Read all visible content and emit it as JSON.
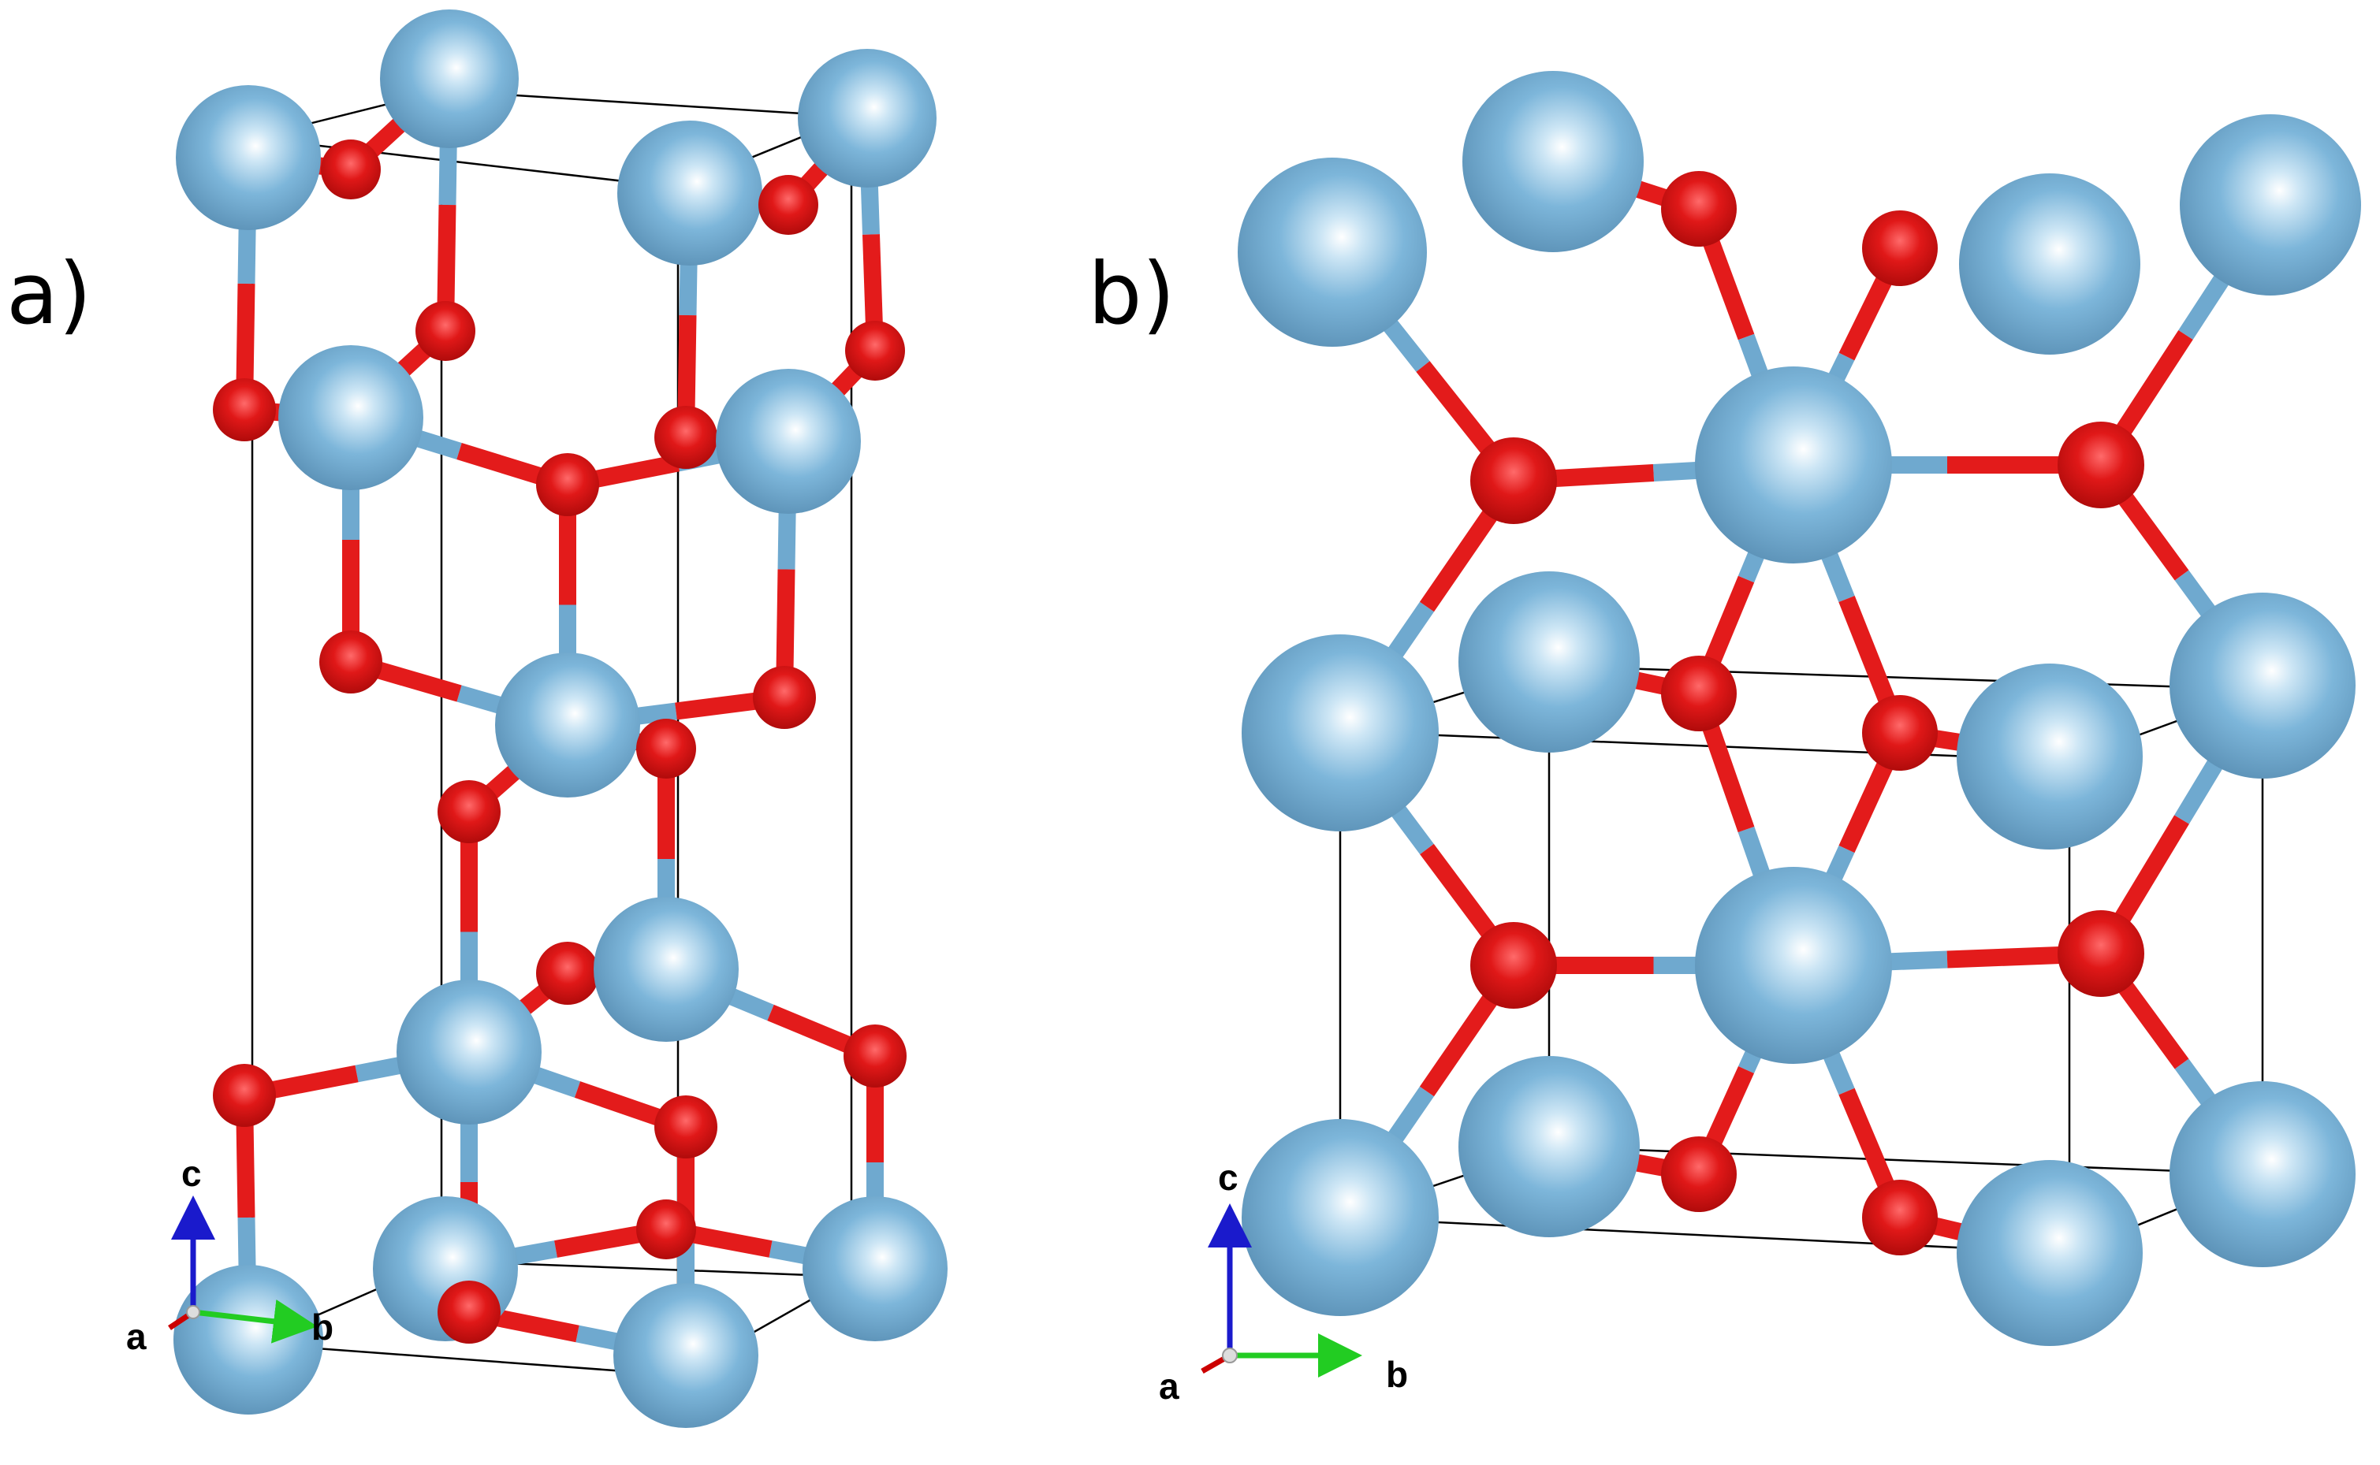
{
  "figure": {
    "panels": [
      {
        "label": "a)",
        "axes": {
          "c": "c",
          "a": "a",
          "b": "b"
        }
      },
      {
        "label": "b)",
        "axes": {
          "c": "c",
          "a": "a",
          "b": "b"
        }
      }
    ],
    "colors": {
      "metal_atom": "#6fa9cf",
      "oxygen_atom": "#e31b1b",
      "axis_a": "#cc0000",
      "axis_b": "#22cc22",
      "axis_c": "#1a1acc",
      "cell_edge": "#000000"
    }
  }
}
